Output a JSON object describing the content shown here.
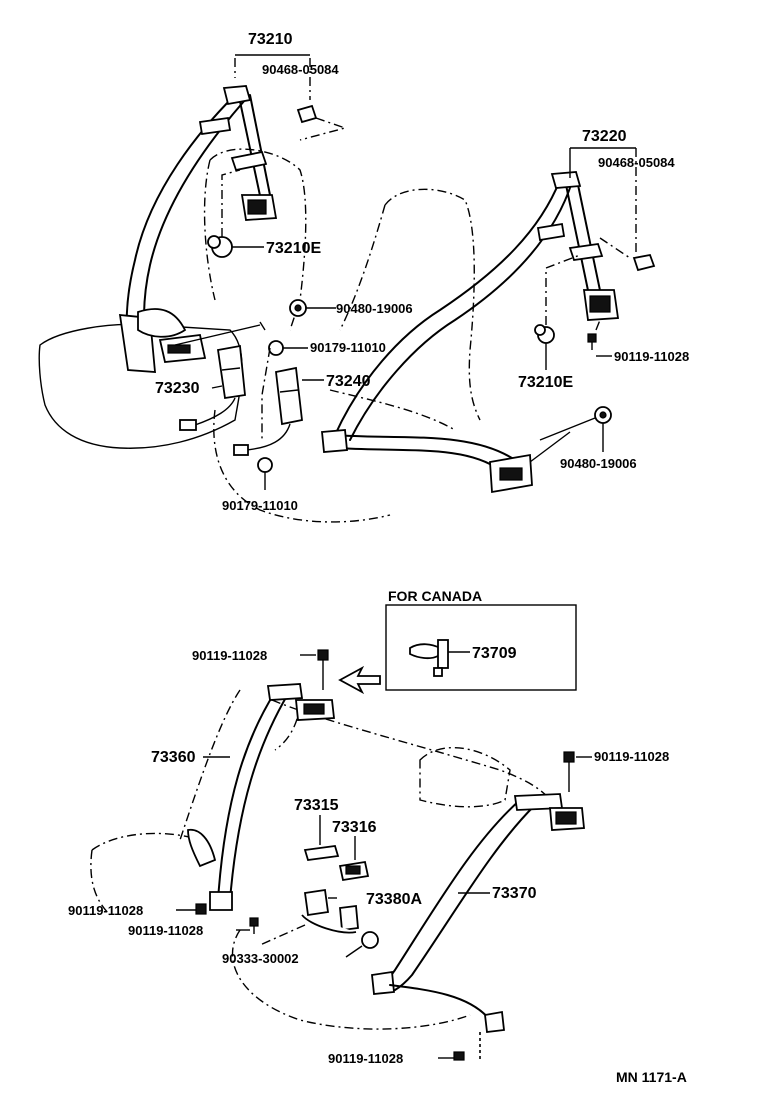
{
  "labels": {
    "p73210": "73210",
    "p90468_a": "90468-05084",
    "p73210E_a": "73210E",
    "p90480_a": "90480-19006",
    "p90179_a": "90179-11010",
    "p73230": "73230",
    "p73240": "73240",
    "p90179_b": "90179-11010",
    "p73220": "73220",
    "p90468_b": "90468-05084",
    "p73210E_b": "73210E",
    "p90119_a": "90119-11028",
    "p90480_b": "90480-19006",
    "canada_title": "FOR  CANADA",
    "p73709": "73709",
    "p90119_b": "90119-11028",
    "p73360": "73360",
    "p90119_c": "90119-11028",
    "p73315": "73315",
    "p73316": "73316",
    "p73380A": "73380A",
    "p73370": "73370",
    "p90119_d": "90119-11028",
    "p90119_e": "90119-11028",
    "p90333": "90333-30002",
    "p90119_f": "90119-11028",
    "ref": "MN 1171-A"
  }
}
